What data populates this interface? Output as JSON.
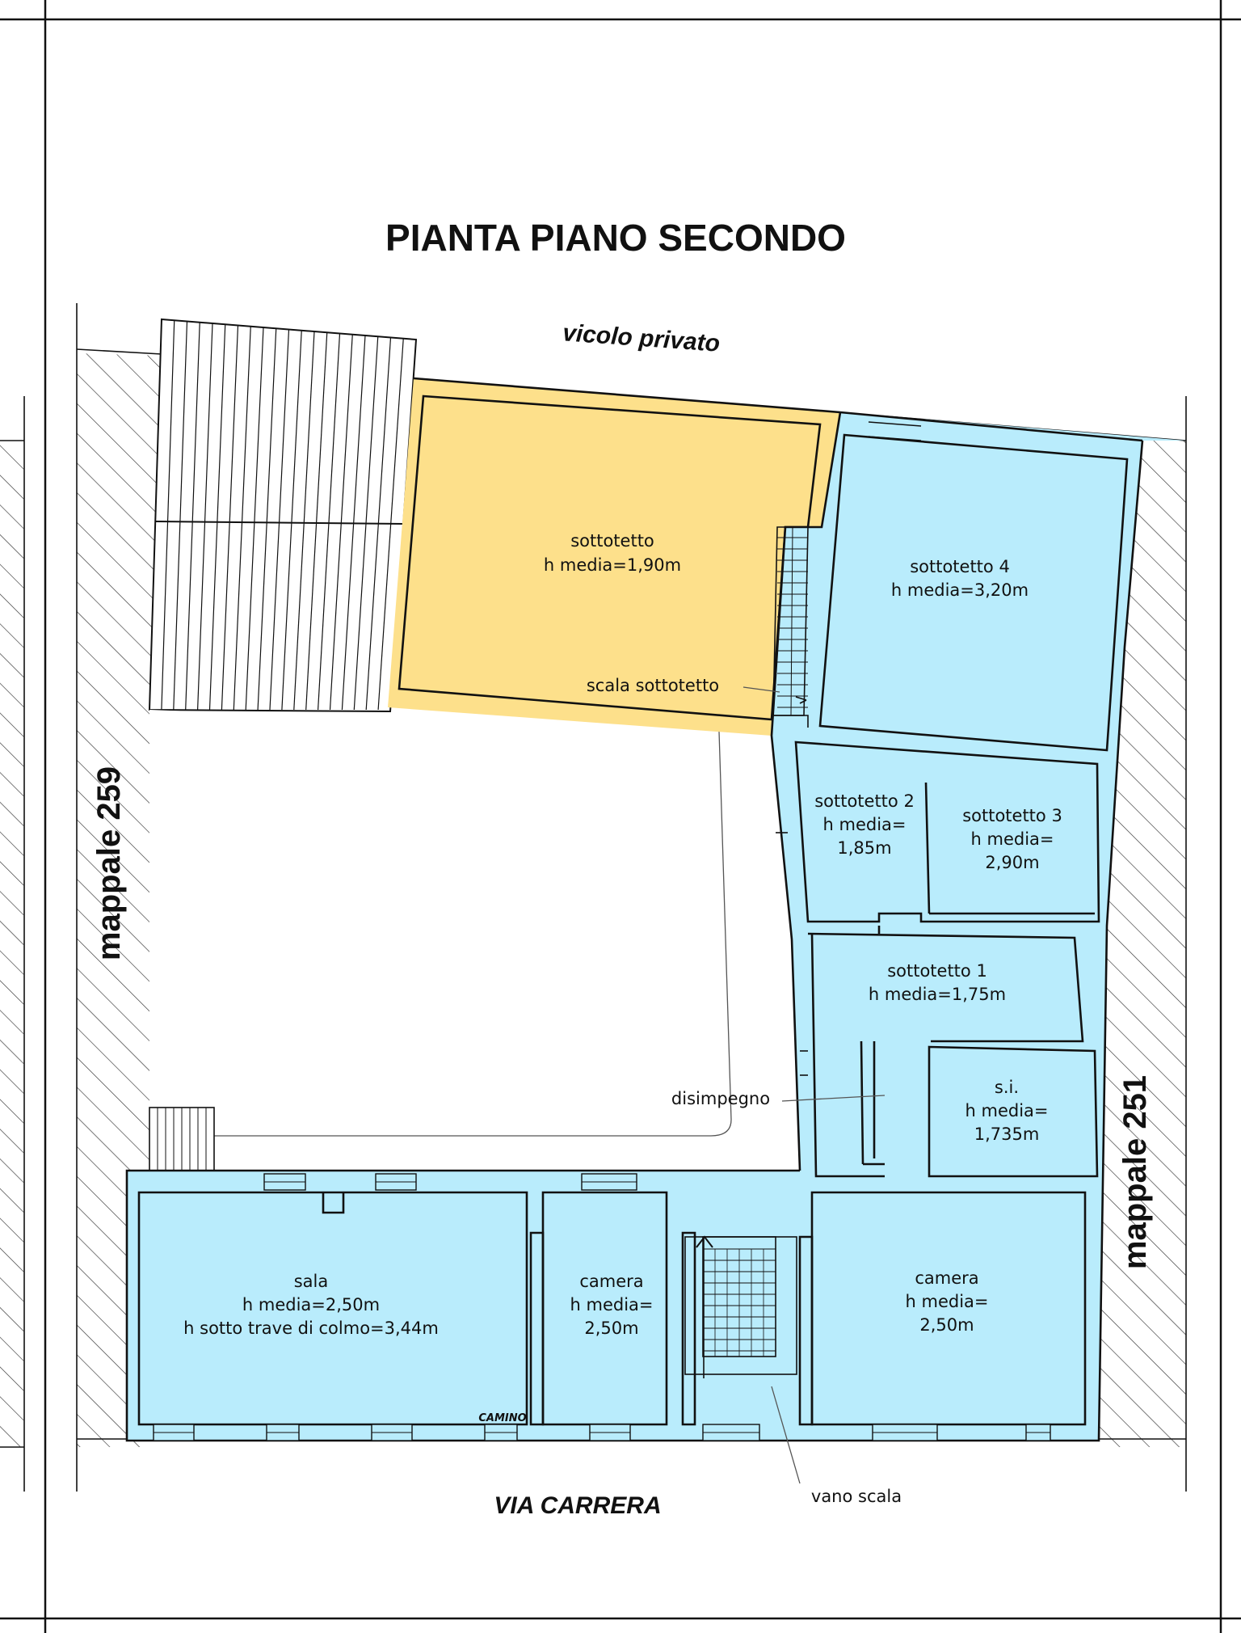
{
  "drawing": {
    "title": "PIANTA PIANO SECONDO",
    "north_street": "vicolo privato",
    "south_street": "VIA CARRERA",
    "parcel_left": "mappale 259",
    "parcel_right": "mappale 251"
  },
  "colors": {
    "room_fill": "#b9ecfc",
    "highlight_fill": "#fde08b",
    "wall": "#111111",
    "hatch": "#333333"
  },
  "rooms": {
    "sottotetto_main": {
      "name": "sottotetto",
      "height": "h media=1,90m"
    },
    "sottotetto_4": {
      "name": "sottotetto 4",
      "height": "h media=3,20m"
    },
    "sottotetto_2": {
      "name": "sottotetto 2",
      "height_a": "h media=",
      "height_b": "1,85m"
    },
    "sottotetto_3": {
      "name": "sottotetto 3",
      "height_a": "h media=",
      "height_b": "2,90m"
    },
    "sottotetto_1": {
      "name": "sottotetto 1",
      "height": "h media=1,75m"
    },
    "si": {
      "name": "s.i.",
      "height_a": "h media=",
      "height_b": "1,735m"
    },
    "sala": {
      "name": "sala",
      "height": "h media=2,50m",
      "ridge": "h sotto trave di colmo=3,44m"
    },
    "camera_mid": {
      "name": "camera",
      "height_a": "h media=",
      "height_b": "2,50m"
    },
    "camera_right": {
      "name": "camera",
      "height_a": "h media=",
      "height_b": "2,50m"
    }
  },
  "annotations": {
    "scala_sottotetto": "scala sottotetto",
    "disimpegno": "disimpegno",
    "vano_scala": "vano scala",
    "camino": "CAMINO"
  },
  "icons": {
    "stair_arrow": "arrow-head-icon",
    "hatching": "diagonal-hatch-pattern"
  }
}
